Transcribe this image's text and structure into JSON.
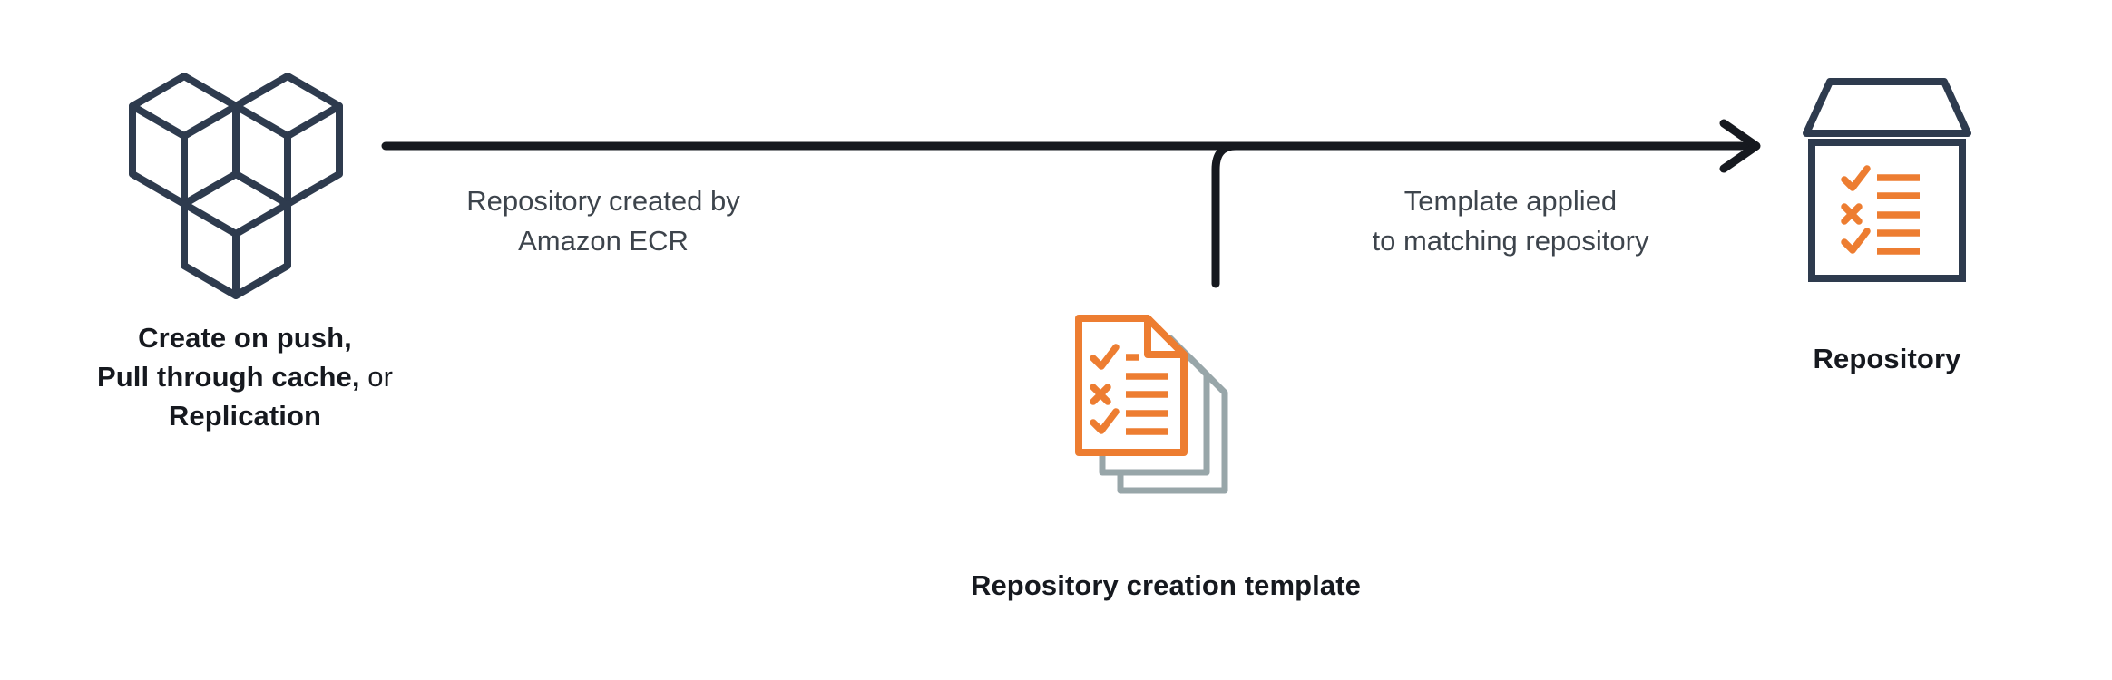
{
  "diagram": {
    "title": "Amazon ECR repository creation template flow",
    "background": "#ffffff",
    "colors": {
      "navy": "#2e3b4e",
      "orange": "#ed7d31",
      "orange_dark": "#e8701a",
      "gray_page": "#98a6a9",
      "arrow": "#16191f",
      "label_text": "#3d444c",
      "caption_text": "#16191f"
    },
    "nodes": [
      {
        "id": "source",
        "icon": "three-cubes-icon",
        "caption_lines": [
          {
            "text": "Create on push,",
            "weight": "bold"
          },
          {
            "text": "Pull through cache,",
            "weight": "bold",
            "suffix": " or",
            "suffix_weight": "regular"
          },
          {
            "text": "Replication",
            "weight": "bold"
          }
        ]
      },
      {
        "id": "template",
        "icon": "stacked-checklist-documents-icon",
        "caption": "Repository creation template"
      },
      {
        "id": "repository",
        "icon": "repository-box-icon",
        "caption": "Repository"
      }
    ],
    "edges": [
      {
        "id": "edge-created-by",
        "label_lines": [
          "Repository created by",
          "Amazon ECR"
        ]
      },
      {
        "id": "edge-template-applied",
        "label_lines": [
          "Template applied",
          "to matching repository"
        ]
      }
    ],
    "captions": {
      "source_line1": "Create on push,",
      "source_line2_bold": "Pull through cache,",
      "source_line2_reg": " or",
      "source_line3": "Replication",
      "template": "Repository creation template",
      "repository": "Repository"
    },
    "edge_labels": {
      "left_line1": "Repository created by",
      "left_line2": "Amazon ECR",
      "right_line1": "Template applied",
      "right_line2": "to matching repository"
    }
  }
}
